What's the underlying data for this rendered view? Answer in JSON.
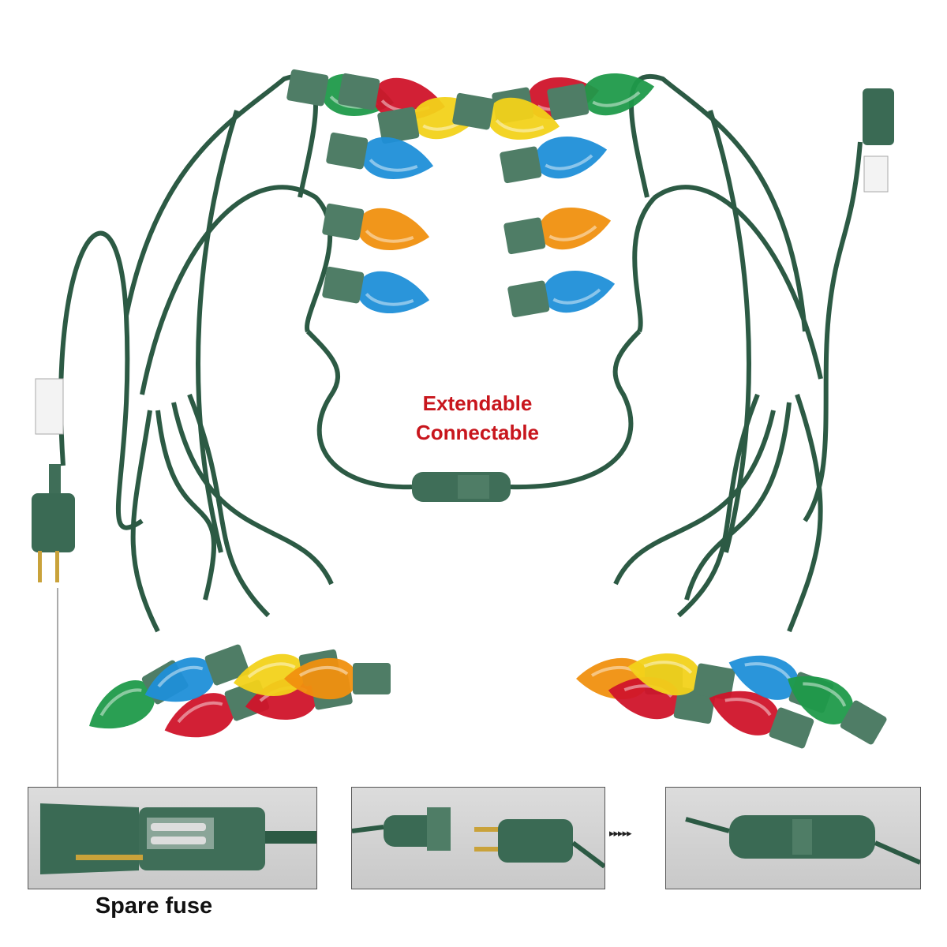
{
  "labels": {
    "extendable": "Extendable",
    "connectable": "Connectable",
    "spare_fuse": "Spare fuse",
    "arrows": "▸▸▸▸▸"
  },
  "colors": {
    "wire": "#2c5a44",
    "socket": "#4f7d66",
    "red": "#d0142a",
    "green": "#1f9a4a",
    "yellow": "#f2d21a",
    "blue": "#1f8fd8",
    "orange": "#f0900f",
    "caption_red": "#c8161d",
    "inset_bg": "#d3d3d3"
  },
  "insets": [
    {
      "name": "spare-fuse-plug"
    },
    {
      "name": "plug-and-socket-separate"
    },
    {
      "name": "plug-and-socket-connected"
    }
  ]
}
